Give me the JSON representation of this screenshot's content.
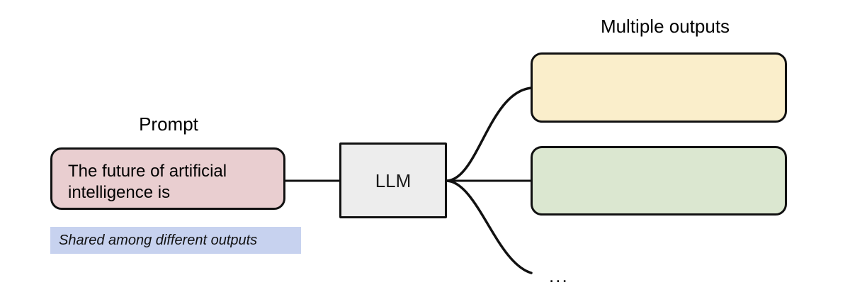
{
  "diagram": {
    "title_prompt": "Prompt",
    "title_outputs": "Multiple outputs",
    "prompt_text": "The future of artificial\nintelligence is",
    "model_label": "LLM",
    "shared_note": "Shared among different outputs",
    "ellipsis": "...",
    "outputs": [
      {
        "id": "output-1",
        "text": "",
        "color": "#faeecb"
      },
      {
        "id": "output-2",
        "text": "",
        "color": "#dbe7d0"
      }
    ],
    "colors": {
      "prompt_fill": "#e9ced0",
      "model_fill": "#ededed",
      "output_1_fill": "#faeecb",
      "output_2_fill": "#dbe7d0",
      "shared_note_fill": "#c7d2ef",
      "stroke": "#111111",
      "background": "#ffffff"
    }
  }
}
